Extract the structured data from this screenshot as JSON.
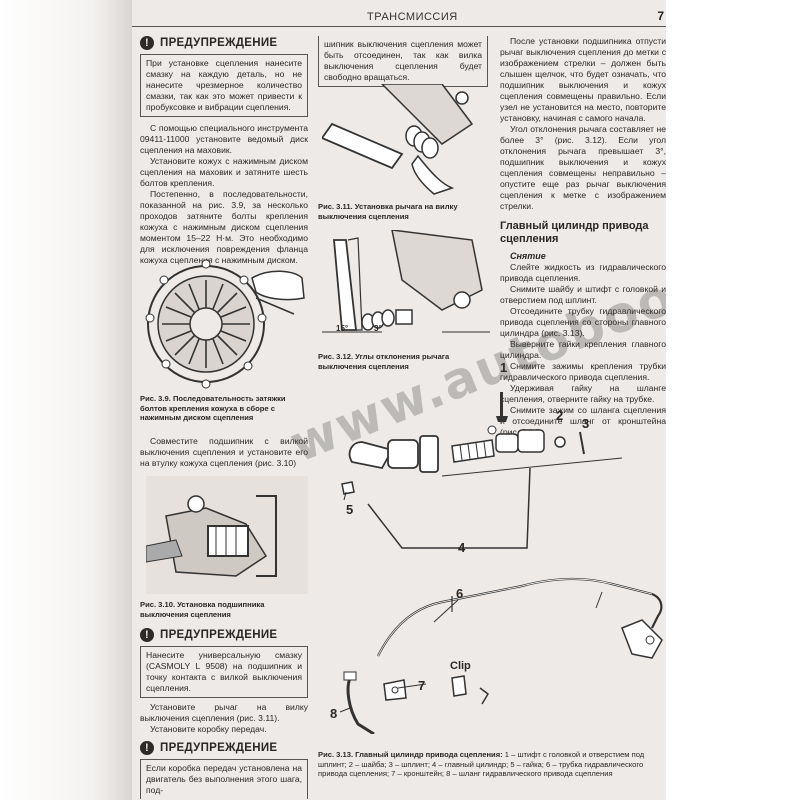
{
  "header": {
    "title": "ТРАНСМИССИЯ",
    "page_number": "7"
  },
  "col1": {
    "warning1": {
      "heading": "ПРЕДУПРЕЖДЕНИЕ",
      "text": "При установке сцепления нанесите смазку на каждую деталь, но не нанесите чрезмерное количество смазки, так как это может привести к пробуксовке и вибрации сцепления."
    },
    "para1": "С помощью специального инструмента 09411-11000 установите ведомый диск сцепления на маховик.",
    "para2": "Установите кожух с нажимным диском сцепления на маховик и затяните шесть болтов крепления.",
    "para3": "Постепенно, в последовательности, показанной на рис. 3.9, за несколько проходов затяните болты крепления кожуха с нажимным диском сцепления моментом 15–22 Н·м. Это необходимо для исключения повреждения фланца кожуха сцепления с нажимным диском.",
    "fig39_caption_bold": "Рис. 3.9. Последовательность затяжки болтов крепления кожуха в сборе с нажимным диском сцепления",
    "para4": "Совместите подшипник с вилкой выключения сцепления и установите его на втулку кожуха сцепления (рис. 3.10)",
    "fig310_caption_bold": "Рис. 3.10. Установка подшипника выключения сцепления",
    "warning2": {
      "heading": "ПРЕДУПРЕЖДЕНИЕ",
      "text": "Нанесите универсальную смазку (CASMOLY L 9508) на подшипник и точку контакта с вилкой выключения сцепления."
    },
    "para5": "Установите рычаг на вилку выключения сцепления (рис. 3.11).",
    "para6": "Установите коробку передач.",
    "warning3": {
      "heading": "ПРЕДУПРЕЖДЕНИЕ",
      "text": "Если коробка передач установлена на двигатель без выполнения этого шага, под-"
    }
  },
  "col2": {
    "top_text": "шипник выключения сцепления может быть отсоединен, так как вилка выключения сцепления будет свободно вращаться.",
    "fig311_caption_bold": "Рис. 3.11. Установка рычага на вилку выключения сцепления",
    "fig312_caption_bold": "Рис. 3.12. Углы отклонения рычага выключения сцепления",
    "fig312_angle_left": "15°",
    "fig312_angle_right": "3°"
  },
  "col3": {
    "para1": "После установки подшипника отпусти рычаг выключения сцепления до метки с изображением стрелки – должен быть слышен щелчок, что будет означать, что подшипник выключения и кожух сцепления совмещены правильно. Если узел не установится на место, повторите установку, начиная с самого начала.",
    "para2": "Угол отклонения рычага составляет не более 3° (рис. 3.12). Если угол отклонения рычага превышает 3°, подшипник выключения и кожух сцепления совмещены неправильно – опустите еще раз рычаг выключения сцепления к метке с изображением стрелки.",
    "section_title": "Главный цилиндр привода сцепления",
    "sub_title": "Снятие",
    "para3": "Слейте жидкость из гидравлического привода сцепления.",
    "para4": "Снимите шайбу и штифт с головкой и отверстием под шплинт.",
    "para5": "Отсоедините трубку гидравлического привода сцепления со стороны главного цилиндра (рис. 3.13).",
    "para6": "Выверните гайки крепления главного цилиндра.",
    "para7": "Снимите зажимы крепления трубки гидравлического привода сцепления.",
    "para8": "Удерживая гайку на шланге сцепления, отверните гайку на трубке.",
    "para9": "Снимите зажим со шланга сцепления и отсоедините шланг от кронштейна (рис. 3.14)."
  },
  "fig313": {
    "labels": [
      "1",
      "2",
      "3",
      "4",
      "5",
      "6",
      "7",
      "8",
      "Clip"
    ],
    "caption_bold": "Рис. 3.13. Главный цилиндр привода сцепления:",
    "caption_text": "1 – штифт с головкой и отверстием под шплинт; 2 – шайба; 3 – шплинт; 4 – главный цилиндр; 5 – гайка; 6 – трубка гидравлического привода сцепления; 7 – кронштейн; 8 – шланг гидравлического привода сцепления"
  },
  "watermark": "www.autobooks.com.ua"
}
